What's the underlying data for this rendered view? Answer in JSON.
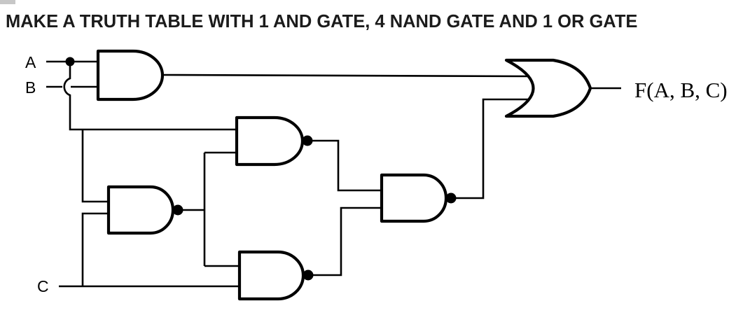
{
  "title": "MAKE A TRUTH TABLE WITH 1 AND GATE, 4 NAND GATE AND 1 OR GATE",
  "colors": {
    "ink": "#000000",
    "title-ink": "#1b1b1b",
    "background": "#ffffff",
    "artifact": "#c7c7c7"
  },
  "labels": {
    "input_a": "A",
    "input_b": "B",
    "input_c": "C",
    "output": "F(A, B, C)"
  },
  "circuit": {
    "inputs": [
      "A",
      "B",
      "C"
    ],
    "output": "F(A, B, C)",
    "gate_counts": {
      "AND": 1,
      "NAND": 4,
      "OR": 1
    },
    "gates": [
      {
        "id": "and1",
        "type": "AND",
        "inputs": [
          "A",
          "B"
        ]
      },
      {
        "id": "nand1",
        "type": "NAND",
        "inputs": [
          "A",
          "C"
        ]
      },
      {
        "id": "nand2",
        "type": "NAND",
        "inputs": [
          "A",
          "nand1"
        ]
      },
      {
        "id": "nand3",
        "type": "NAND",
        "inputs": [
          "nand1",
          "C"
        ]
      },
      {
        "id": "nand4",
        "type": "NAND",
        "inputs": [
          "nand2",
          "nand3"
        ]
      },
      {
        "id": "or1",
        "type": "OR",
        "inputs": [
          "and1",
          "nand4"
        ],
        "drives": "F(A, B, C)"
      }
    ],
    "junctions": [
      {
        "at": "input A",
        "type": "solder-dot"
      },
      {
        "crossing": "A-branch over B line",
        "type": "hop (no connection)"
      }
    ]
  }
}
